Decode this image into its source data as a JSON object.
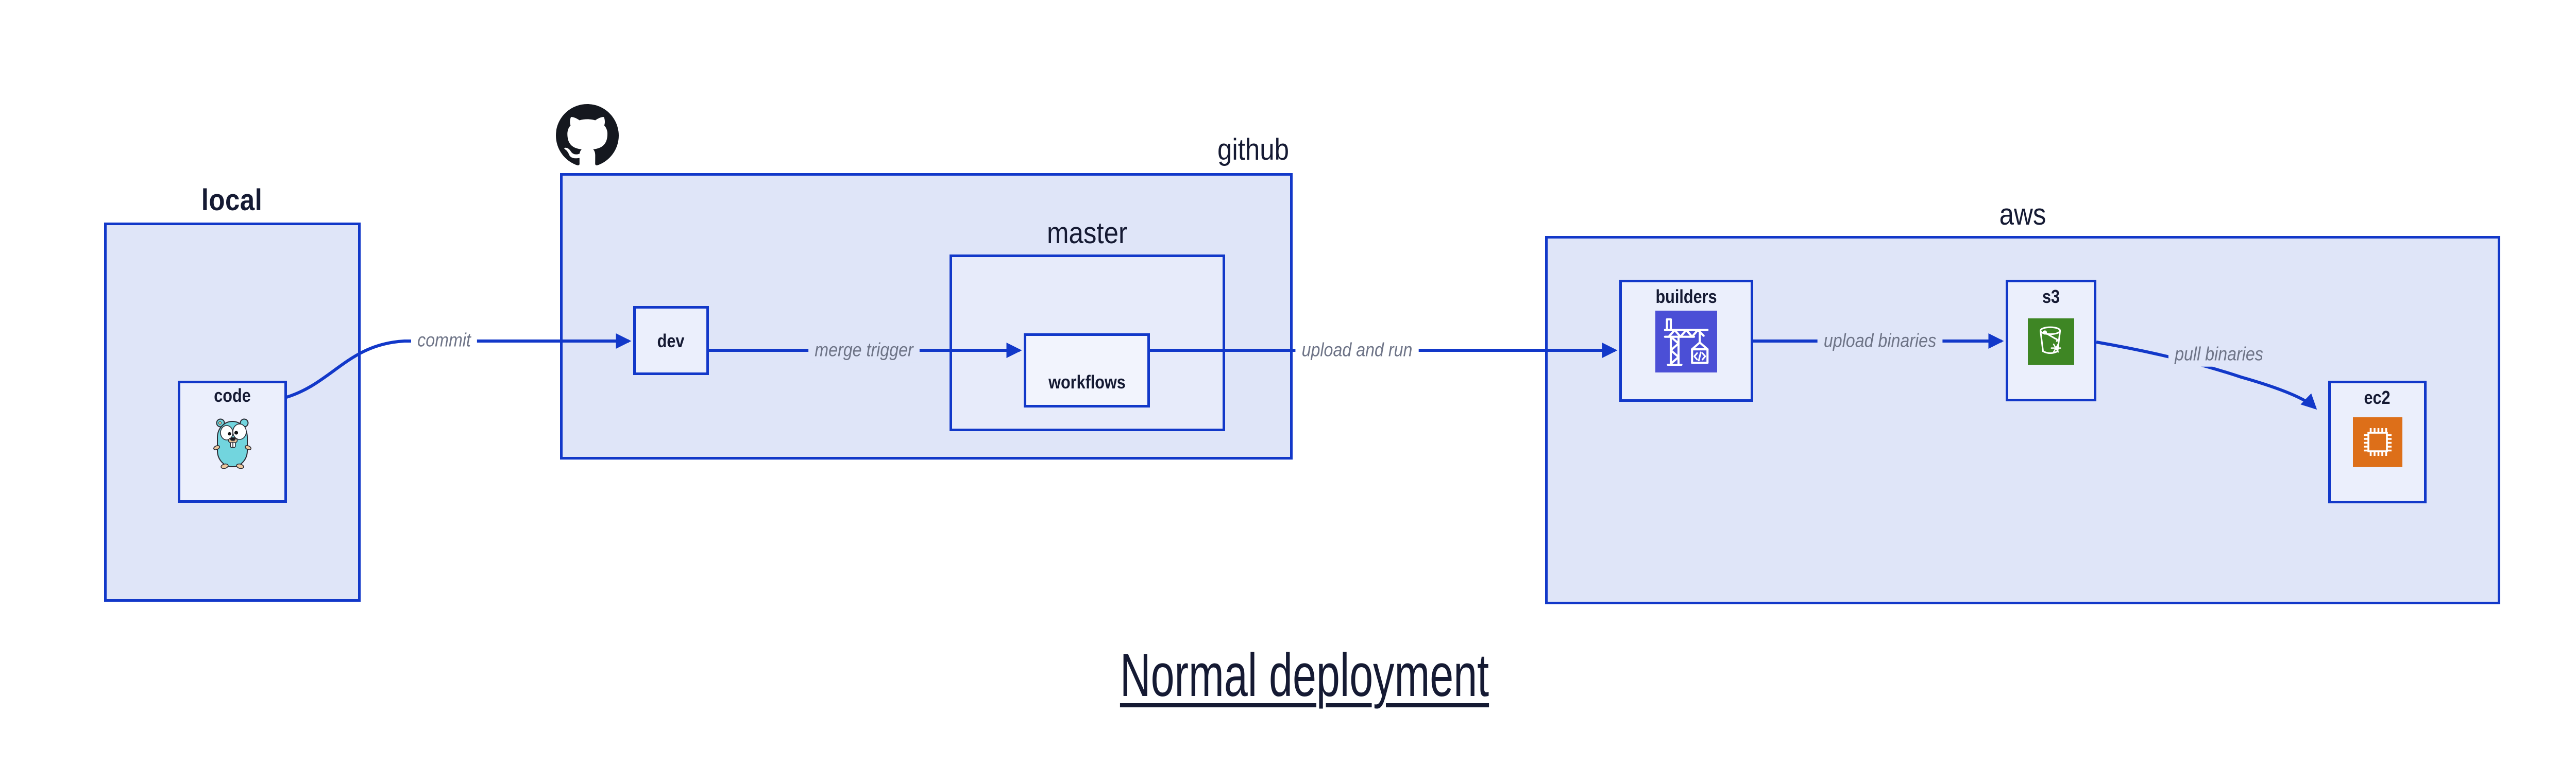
{
  "title": "Normal deployment",
  "groups": {
    "local": {
      "label": "local"
    },
    "github": {
      "label": "github"
    },
    "master": {
      "label": "master"
    },
    "aws": {
      "label": "aws"
    }
  },
  "nodes": {
    "code": {
      "label": "code"
    },
    "dev": {
      "label": "dev"
    },
    "workflows": {
      "label": "workflows"
    },
    "builders": {
      "label": "builders"
    },
    "s3": {
      "label": "s3"
    },
    "ec2": {
      "label": "ec2"
    }
  },
  "edges": {
    "commit": {
      "label": "commit"
    },
    "merge_trigger": {
      "label": "merge trigger"
    },
    "upload_and_run": {
      "label": "upload and run"
    },
    "upload_binaries": {
      "label": "upload binaries"
    },
    "pull_binaries": {
      "label": "pull binaries"
    }
  },
  "icons": {
    "octocat": "github-octocat",
    "code": "go-gopher-mascot",
    "builders": "codebuild-crane",
    "s3": "s3-glacier-bucket",
    "ec2": "ec2-chip"
  },
  "colors": {
    "canvas-bg": "#ffffff",
    "box-border": "#1238c9",
    "arrow": "#1238c9",
    "group-fill": "#dfe5f8",
    "master-fill": "#e7ebfa",
    "item-fill": "#ebeffc",
    "workflows-fill": "#f2f4fd",
    "label-ink": "#151a33",
    "edge-label": "#6e7487",
    "octocat": "#15181f",
    "gopher-body": "#72d5de",
    "gopher-skin": "#edc89e",
    "builders-icon-bg": "#4b4fd6",
    "s3-icon-bg": "#3e8624",
    "ec2-icon-bg": "#dd6f19"
  }
}
